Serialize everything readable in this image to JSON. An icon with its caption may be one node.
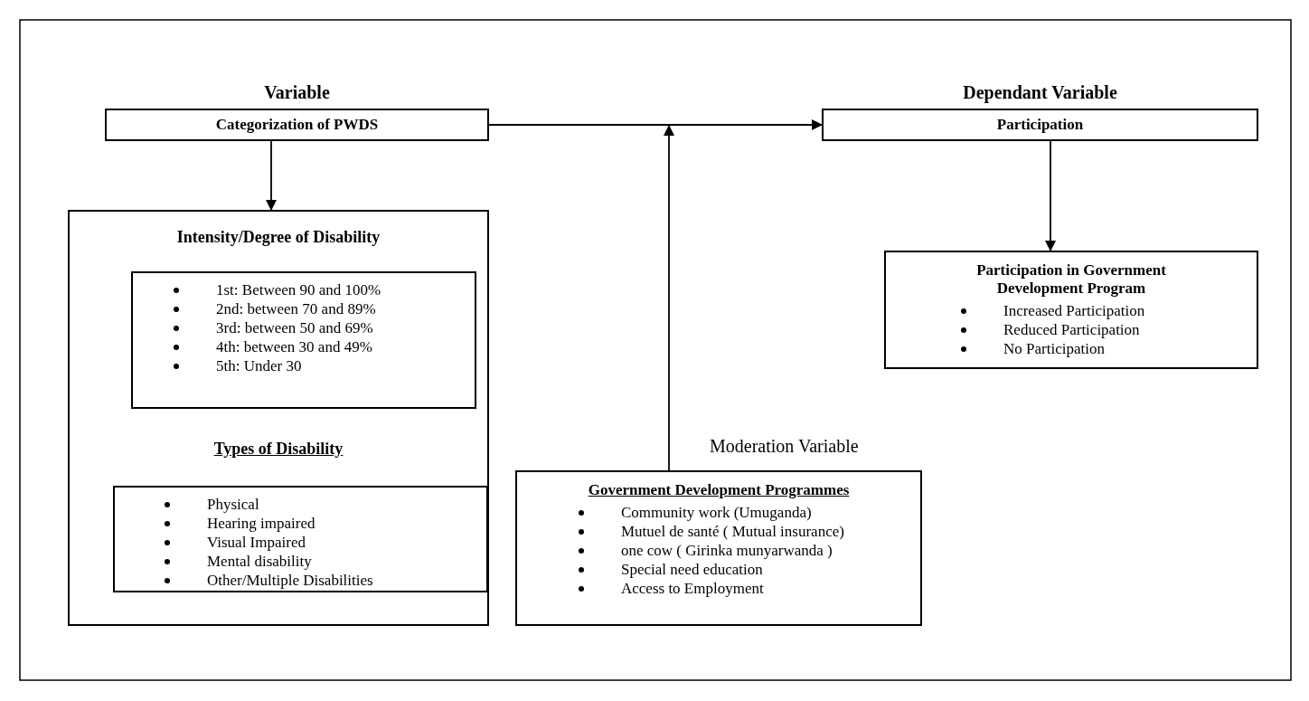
{
  "diagram": {
    "nodes": [
      {
        "text": [
          "Variable",
          "Categorization of PWDS"
        ]
      },
      {
        "text": [
          "Dependant Variable",
          "Participation"
        ]
      },
      {
        "text": [
          "Intensity/Degree of Disability",
          "Types of Disability"
        ]
      },
      {
        "text": [
          "1st: Between 90 and 100%",
          "2nd: between 70 and 89%",
          "3rd: between 50 and 69%",
          "4th: between 30 and 49%",
          "5th: Under 30"
        ],
        "in": 2
      },
      {
        "text": [
          "Physical",
          "Hearing impaired",
          "Visual Impaired",
          "Mental disability",
          "Other/Multiple Disabilities"
        ],
        "in": 2
      },
      {
        "text": [
          "Participation in Government Development Program",
          "Increased Participation",
          "Reduced Participation",
          "No Participation"
        ]
      },
      {
        "text": [
          "Government Development Programmes",
          "Community work (Umuganda)",
          "Mutuel de santé ( Mutual  insurance)",
          "one cow ( Girinka munyarwanda )",
          "Special need education",
          "Access to Employment"
        ]
      }
    ],
    "edges": [
      {
        "from": 0,
        "to": 1,
        "arrow": "to"
      },
      {
        "from": 0,
        "to": 2,
        "arrow": "to"
      },
      {
        "from": 1,
        "to": 5,
        "arrow": "to"
      },
      {
        "from": 6,
        "to": null,
        "arrow": "to"
      }
    ],
    "labels": [
      "Moderation Variable"
    ]
  }
}
